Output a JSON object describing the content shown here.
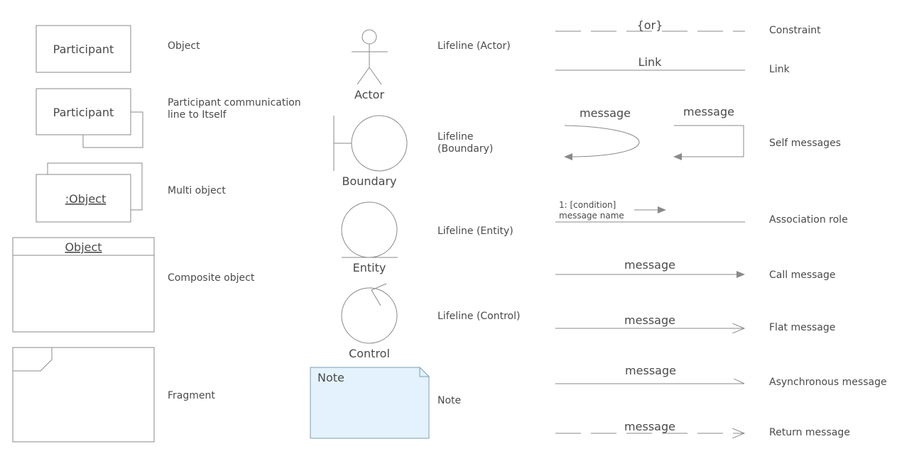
{
  "shapes": {
    "participant": "Participant",
    "participant_self": "Participant",
    "multi_object": ":Object",
    "composite_object": "Object",
    "actor": "Actor",
    "boundary": "Boundary",
    "entity": "Entity",
    "control": "Control",
    "note": "Note",
    "constraint": "{or}",
    "link": "Link",
    "self_message_curved": "message",
    "self_message_square": "message",
    "association_role_line1": "1: [condition]",
    "association_role_line2": "message name",
    "call_message": "message",
    "flat_message": "message",
    "async_message": "message",
    "return_message": "message"
  },
  "labels": {
    "object": "Object",
    "participant_comm_line1": "Participant communication",
    "participant_comm_line2": "line to Itself",
    "multi_object": "Multi object",
    "composite_object": "Composite object",
    "fragment": "Fragment",
    "lifeline_actor": "Lifeline (Actor)",
    "lifeline_boundary_line1": "Lifeline",
    "lifeline_boundary_line2": "(Boundary)",
    "lifeline_entity": "Lifeline (Entity)",
    "lifeline_control": "Lifeline (Control)",
    "note": "Note",
    "constraint": "Constraint",
    "link": "Link",
    "self_messages": "Self messages",
    "association_role": "Association role",
    "call_message": "Call message",
    "flat_message": "Flat message",
    "asynchronous_message": "Asynchronous message",
    "return_message": "Return message"
  },
  "colors": {
    "stroke": "#8a8a8a",
    "text": "#4a4a4a",
    "note_fill": "#e3f2fc",
    "note_stroke": "#7f9db3"
  }
}
